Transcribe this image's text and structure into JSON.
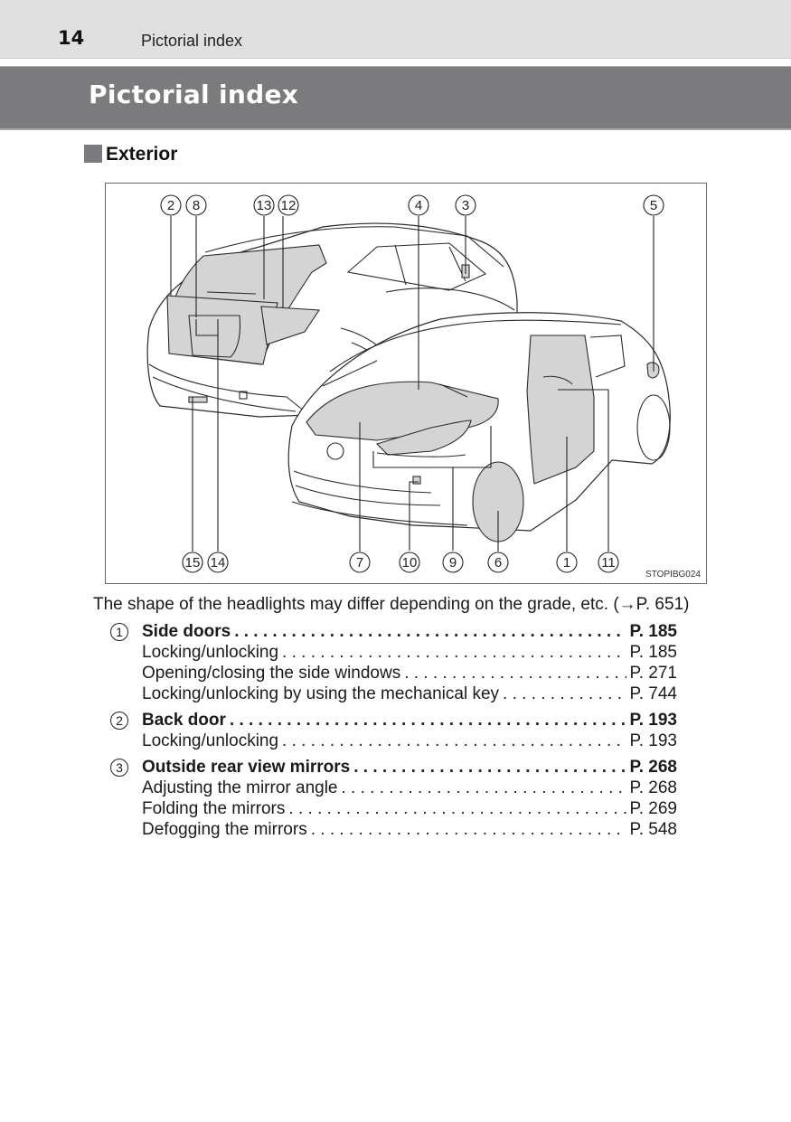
{
  "running_head": {
    "page_number": "14",
    "title": "Pictorial index"
  },
  "title_bar": {
    "title": "Pictorial index"
  },
  "section": {
    "label": "Exterior",
    "marker_color": "#7b7b7d"
  },
  "figure": {
    "code": "STOPIBG024",
    "top_callouts": [
      "2",
      "8",
      "13",
      "12",
      "4",
      "3",
      "5"
    ],
    "bottom_callouts": [
      "15",
      "14",
      "7",
      "10",
      "9",
      "6",
      "1",
      "11"
    ]
  },
  "note": "The shape of the headlights may differ depending on the grade, etc. (→P. 651)",
  "index": [
    {
      "number": "1",
      "title": "Side doors",
      "page": "P. 185",
      "subitems": [
        {
          "label": "Locking/unlocking",
          "page": "P. 185"
        },
        {
          "label": "Opening/closing the side windows",
          "page": "P. 271"
        },
        {
          "label": "Locking/unlocking by using the mechanical key",
          "page": "P. 744"
        }
      ]
    },
    {
      "number": "2",
      "title": "Back door",
      "page": "P. 193",
      "subitems": [
        {
          "label": "Locking/unlocking",
          "page": "P. 193"
        }
      ]
    },
    {
      "number": "3",
      "title": "Outside rear view mirrors",
      "page": "P. 268",
      "subitems": [
        {
          "label": "Adjusting the mirror angle",
          "page": "P. 268"
        },
        {
          "label": "Folding the mirrors",
          "page": "P. 269"
        },
        {
          "label": "Defogging the mirrors",
          "page": "P. 548"
        }
      ]
    }
  ]
}
